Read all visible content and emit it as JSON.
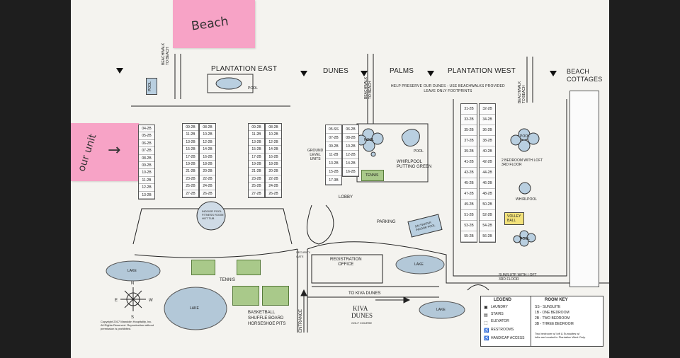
{
  "notes": {
    "beach": "Beach",
    "our_unit": "our unit"
  },
  "areas": {
    "plantation_east": "PLANTATION EAST",
    "dunes": "DUNES",
    "palms": "PALMS",
    "plantation_west": "PLANTATION WEST",
    "beach_cottages": "BEACH\nCOTTAGES"
  },
  "beachwalk": "BEACHWALK\nTO BEACH",
  "preserve_notice": "HELP PRESERVE OUR DUNES - USE BEACHWALKS PROVIDED\nLEAVE ONLY FOOTPRINTS",
  "amenities": {
    "pool": "POOL",
    "whirlpool": "WHIRLPOOL",
    "whirlpool_putting": "WHIRLPOOL\nPUTTING GREEN",
    "tennis": "TENNIS",
    "lobby": "LOBBY",
    "parking": "PARKING",
    "volley_ball": "VOLLEY\nBALL",
    "lake": "LAKE",
    "registration": "REGISTRATION\nOFFICE",
    "security_gate": "SECURITY\nGATE",
    "ground_level_units": "GROUND\nLEVEL\nUNITS",
    "loft_note": "2 BEDROOM WITH LOFT\n3RD FLOOR",
    "sunsuite_loft": "SUNSUITE WITH LOFT\n3RD FLOOR",
    "indoor_pool": "INDOOR POOL\nFITNESS ROOM\nHOT TUB",
    "saltwater_pool": "SALTWATER\nINDOOR POOL",
    "sports": "BASKETBALL\nSHUFFLE BOARD\nHORSESHOE PITS",
    "to_kiva": "TO KIVA DUNES",
    "entrance": "ENTRANCE",
    "kiva_logo_line1": "KIVA",
    "kiva_logo_line2": "DUNES",
    "kiva_logo_line3": "GOLF COURSE",
    "copyright": "Copyright 2017 Mandolin Hospitality, Inc.\nAll Rights Reserved. Reproduction without\npermission is prohibited."
  },
  "legend": {
    "title": "LEGEND",
    "items": [
      "LAUNDRY",
      "STAIRS",
      "ELEVATOR",
      "RESTROOMS",
      "HANDICAP ACCESS"
    ]
  },
  "room_key": {
    "title": "ROOM KEY",
    "items": [
      "SS - SUNSUITE",
      "1B - ONE BEDROOM",
      "2B - TWO BEDROOM",
      "3B - THREE BEDROOM"
    ],
    "note": "Two bedroom w/ loft & Sunsuites w/\nlofts are located in Plantation West Only."
  },
  "units": {
    "east_a": [
      "04-2B",
      "05-2B",
      "06-2B",
      "07-2B",
      "08-2B",
      "09-2B",
      "10-2B",
      "11-2B",
      "12-2B",
      "13-2B"
    ],
    "east_b1": [
      "09-2B",
      "11-2B",
      "13-2B",
      "15-2B",
      "17-2B",
      "19-2B",
      "21-2B",
      "23-2B",
      "25-2B",
      "27-2B"
    ],
    "east_b2": [
      "08-2B",
      "10-2B",
      "12-2B",
      "14-2B",
      "16-2B",
      "18-2B",
      "20-2B",
      "22-2B",
      "24-2B",
      "26-2B"
    ],
    "east_c1": [
      "09-2B",
      "11-2B",
      "13-2B",
      "15-2B",
      "17-2B",
      "19-2B",
      "21-2B",
      "23-2B",
      "25-2B",
      "27-2B"
    ],
    "east_c2": [
      "08-2B",
      "10-2B",
      "12-2B",
      "14-2B",
      "16-2B",
      "18-2B",
      "20-2B",
      "22-2B",
      "24-2B",
      "26-2B"
    ],
    "dunes1": [
      "05-SS",
      "07-2B",
      "09-2B",
      "11-2B",
      "13-2B",
      "15-2B",
      "17-3B"
    ],
    "dunes2": [
      "06-2B",
      "08-2B",
      "10-2B",
      "12-2B",
      "14-2B",
      "16-2B"
    ],
    "west1": [
      "31-2B",
      "33-2B",
      "35-2B",
      "37-2B",
      "39-2B",
      "41-2B",
      "43-2B",
      "45-2B",
      "47-2B",
      "49-2B",
      "51-2B",
      "53-2B",
      "55-2B"
    ],
    "west2": [
      "32-2B",
      "34-2B",
      "36-2B",
      "38-2B",
      "40-2B",
      "42-2B",
      "44-2B",
      "46-2B",
      "48-2B",
      "50-2B",
      "52-2B",
      "54-2B",
      "56-2B"
    ]
  },
  "colors": {
    "sticky": "#f7a3c6",
    "pool": "#b9cfe0",
    "lake": "#b3c8d8",
    "court": "#a9c98a"
  }
}
